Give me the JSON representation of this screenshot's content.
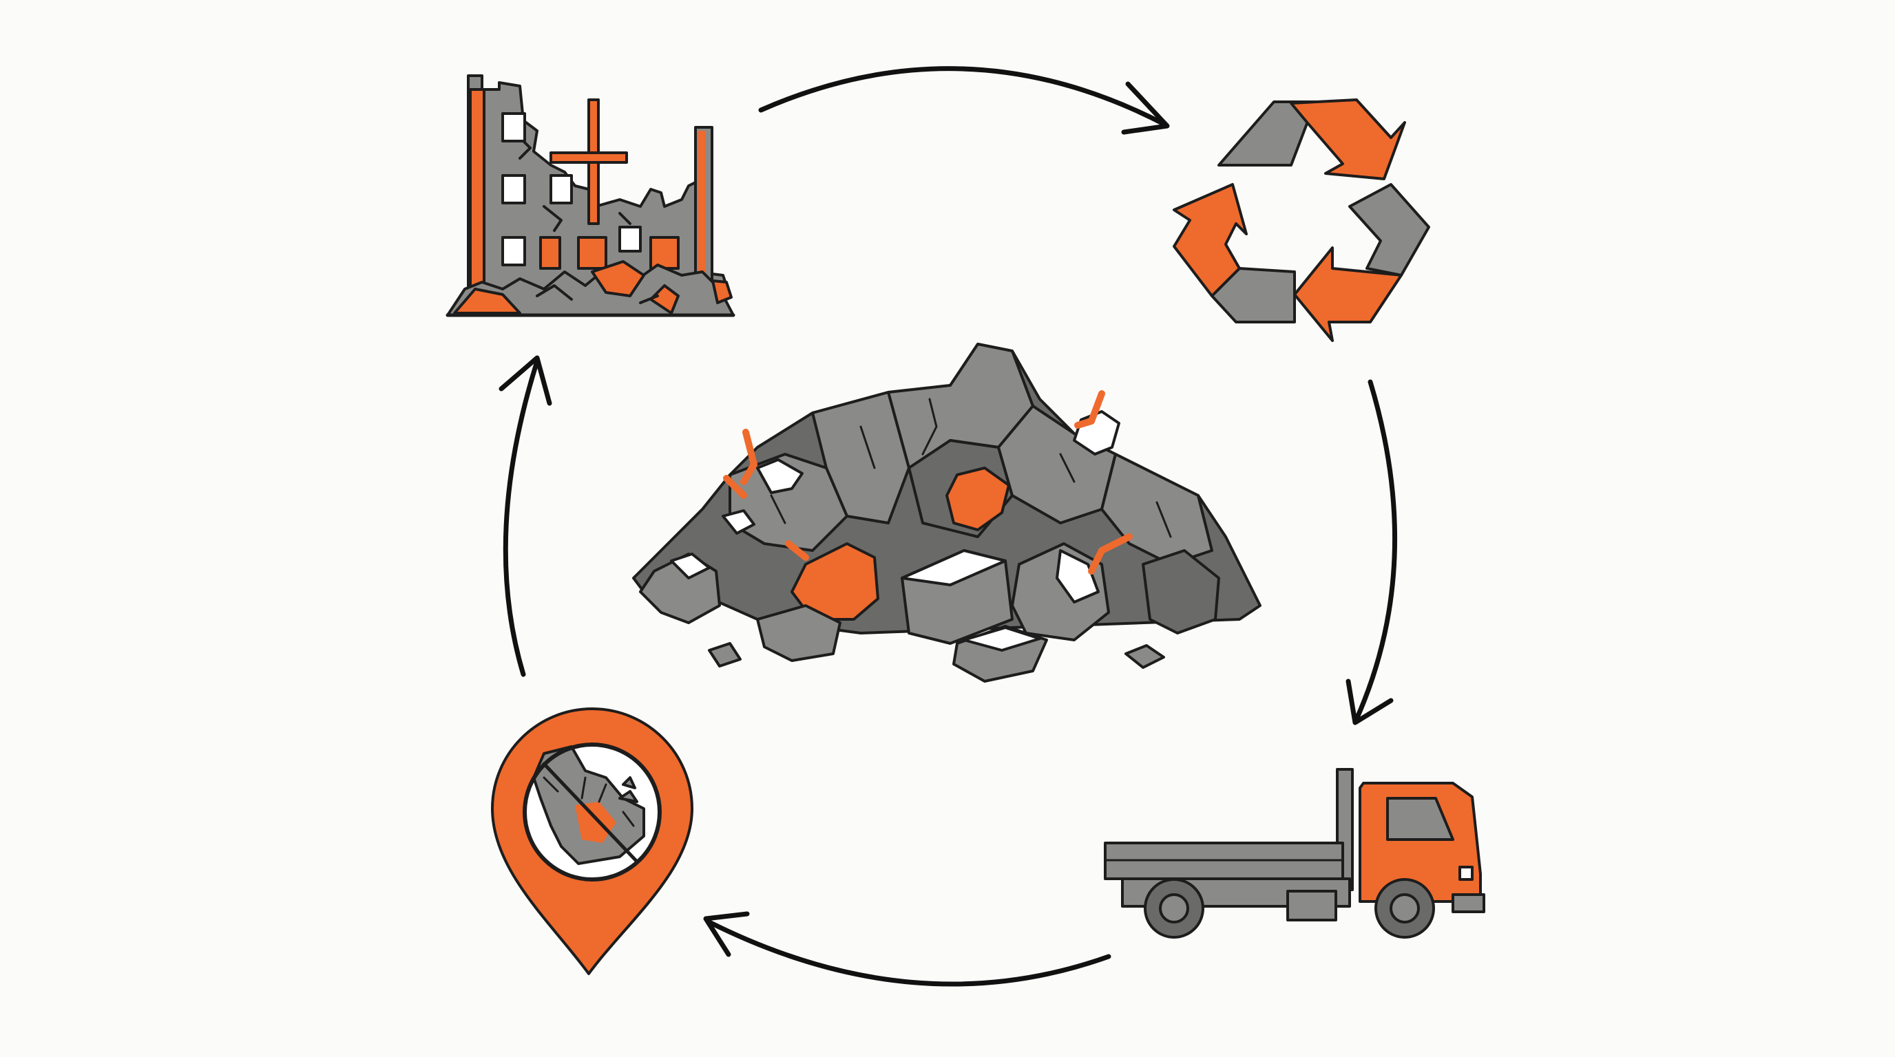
{
  "diagram": {
    "type": "cycle",
    "direction": "clockwise",
    "center": {
      "icon": "rubble-pile-icon"
    },
    "nodes": [
      {
        "id": "demolition",
        "icon": "demolished-building-icon"
      },
      {
        "id": "recycling",
        "icon": "recycle-icon"
      },
      {
        "id": "transport",
        "icon": "dump-truck-icon"
      },
      {
        "id": "disposal-site",
        "icon": "location-pin-map-icon"
      }
    ],
    "arrows": [
      {
        "from": "demolition",
        "to": "recycling"
      },
      {
        "from": "recycling",
        "to": "transport"
      },
      {
        "from": "transport",
        "to": "disposal-site"
      },
      {
        "from": "disposal-site",
        "to": "demolition"
      }
    ]
  },
  "colors": {
    "orange": "#ef6a2d",
    "gray": "#8a8a88",
    "dark_gray": "#6a6a68",
    "outline": "#1d1d1d",
    "background": "#fbfbfa"
  }
}
